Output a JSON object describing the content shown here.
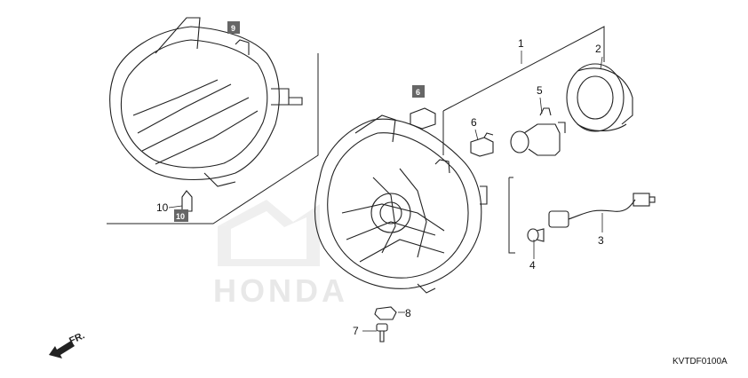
{
  "diagram_code": "KVTDF0100A",
  "front_indicator": "FR.",
  "watermark_brand": "HONDA",
  "callouts": {
    "c1": "1",
    "c2": "2",
    "c3": "3",
    "c4": "4",
    "c5": "5",
    "c6_small": "6",
    "c6_boxed": "6",
    "c7": "7",
    "c8": "8",
    "c9_boxed": "9",
    "c10": "10",
    "c10_boxed": "10"
  },
  "colors": {
    "line": "#222222",
    "boxed_label_bg": "#666666",
    "watermark": "#dddddd"
  }
}
